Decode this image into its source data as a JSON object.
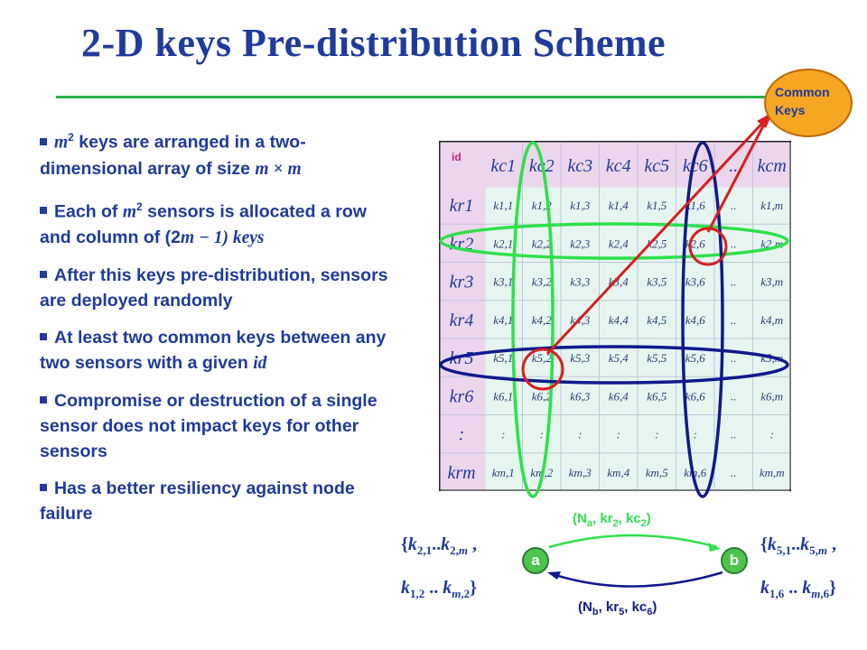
{
  "title": "2-D keys Pre-distribution Scheme",
  "bullets": [
    {
      "pre": "",
      "math": "m",
      "sup": "2",
      "post": " keys are arranged in a two-dimensional array of size ",
      "tail": "m × m"
    },
    {
      "pre": "Each of ",
      "math": "m",
      "sup": "2",
      "post": "  sensors is allocated a row and column of (2",
      "tail": "m − 1) keys"
    },
    {
      "text": "After this keys pre-distribution, sensors are deployed randomly"
    },
    {
      "text1": "At least two common keys between any two sensors with a given ",
      "italic": "id"
    },
    {
      "text": "Compromise or destruction of a single sensor does not impact keys for other sensors"
    },
    {
      "text": "Has a better resiliency against node failure"
    }
  ],
  "common_keys": {
    "line1": "Common",
    "line2": "Keys"
  },
  "matrix": {
    "corner": "id",
    "col_headers": [
      "kc1",
      "kc2",
      "kc3",
      "kc4",
      "kc5",
      "kc6",
      "..",
      "kcm"
    ],
    "row_headers": [
      "kr1",
      "kr2",
      "kr3",
      "kr4",
      "kr5",
      "kr6",
      ":",
      "krm"
    ],
    "cells": [
      [
        "k1,1",
        "k1,2",
        "k1,3",
        "k1,4",
        "k1,5",
        "k1,6",
        "..",
        "k1,m"
      ],
      [
        "k2,1",
        "k2,2",
        "k2,3",
        "k2,4",
        "k2,5",
        "k2,6",
        "..",
        "k2,m"
      ],
      [
        "k3,1",
        "k3,2",
        "k3,3",
        "k3,4",
        "k3,5",
        "k3,6",
        "..",
        "k3,m"
      ],
      [
        "k4,1",
        "k4,2",
        "k4,3",
        "k4,4",
        "k4,5",
        "k4,6",
        "..",
        "k4,m"
      ],
      [
        "k5,1",
        "k5,2",
        "k5,3",
        "k5,4",
        "k5,5",
        "k5,6",
        "..",
        "k5,m"
      ],
      [
        "k6,1",
        "k6,2",
        "k6,3",
        "k6,4",
        "k6,5",
        "k6,6",
        "..",
        "k6,m"
      ],
      [
        ":",
        ":",
        ":",
        ":",
        ":",
        ":",
        "..",
        ":"
      ],
      [
        "km,1",
        "km,2",
        "km,3",
        "km,4",
        "km,5",
        "km,6",
        "..",
        "km,m"
      ]
    ]
  },
  "node_a": {
    "label": "a",
    "set_line1": "{k2,1..k2,m ,",
    "set_line2": "k1,2 .. km,2}"
  },
  "node_b": {
    "label": "b",
    "set_line1": "{k5,1..k5,m ,",
    "set_line2": "k1,6 .. km,6}"
  },
  "edge_top": "(Na, kr2, kc2)",
  "edge_bottom": "(Nb, kr5, kc6)",
  "colors": {
    "title": "#1f3b9b",
    "green": "#2ee04a",
    "navy": "#101a8c",
    "red": "#d42020",
    "common": "#f5a623"
  }
}
